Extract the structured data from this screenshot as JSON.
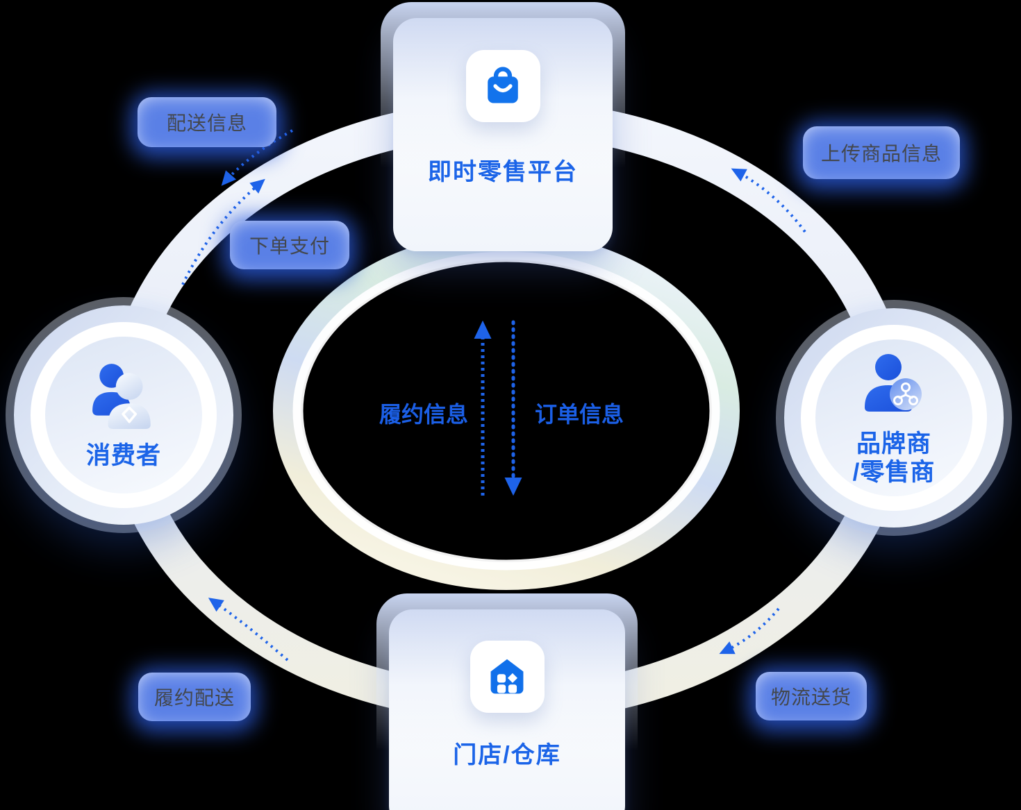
{
  "nodes": {
    "platform": {
      "label": "即时零售平台",
      "icon": "shopping-bag-icon"
    },
    "consumer": {
      "label": "消费者",
      "icon": "two-users-icon"
    },
    "merchant": {
      "label_line1": "品牌商",
      "label_line2": "/零售商",
      "icon": "user-network-icon"
    },
    "store": {
      "label": "门店/仓库",
      "icon": "storefront-icon"
    }
  },
  "flow_pills": {
    "delivery_info": "配送信息",
    "order_payment": "下单支付",
    "upload_product_info": "上传商品信息",
    "fulfillment_delivery": "履约配送",
    "logistics_shipping": "物流送货"
  },
  "center_flows": {
    "up": "履约信息",
    "down": "订单信息"
  },
  "colors": {
    "primary_blue": "#1a6bee",
    "arrow_blue": "#1e63e9",
    "label_blue": "#1b64e8",
    "pill_text": "#43474d",
    "pill_glow": "#2c5cdf"
  }
}
